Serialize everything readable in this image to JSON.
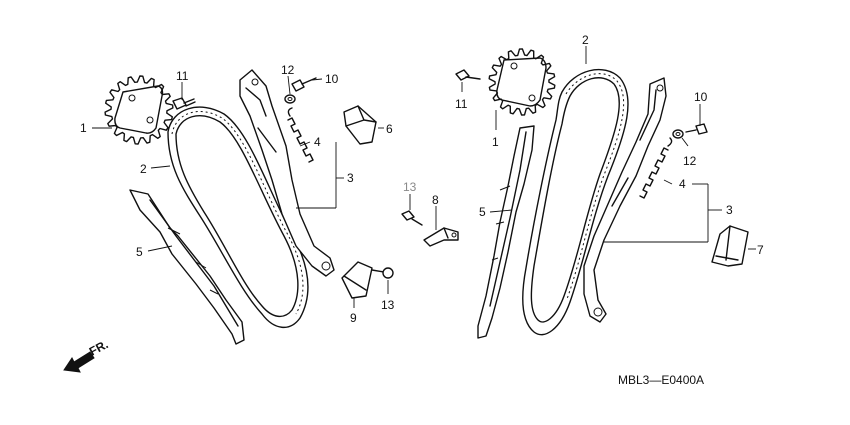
{
  "diagram": {
    "code": "MBL3—E0400A",
    "direction_label": "FR.",
    "callouts_left": {
      "n1": "1",
      "n2": "2",
      "n3": "3",
      "n4": "4",
      "n5": "5",
      "n6": "6",
      "n9": "9",
      "n10": "10",
      "n11": "11",
      "n12": "12",
      "n13": "13"
    },
    "callouts_center": {
      "n8": "8",
      "n13": "13"
    },
    "callouts_right": {
      "n1": "1",
      "n2": "2",
      "n3": "3",
      "n4": "4",
      "n5": "5",
      "n7": "7",
      "n10": "10",
      "n11": "11",
      "n12": "12"
    }
  }
}
